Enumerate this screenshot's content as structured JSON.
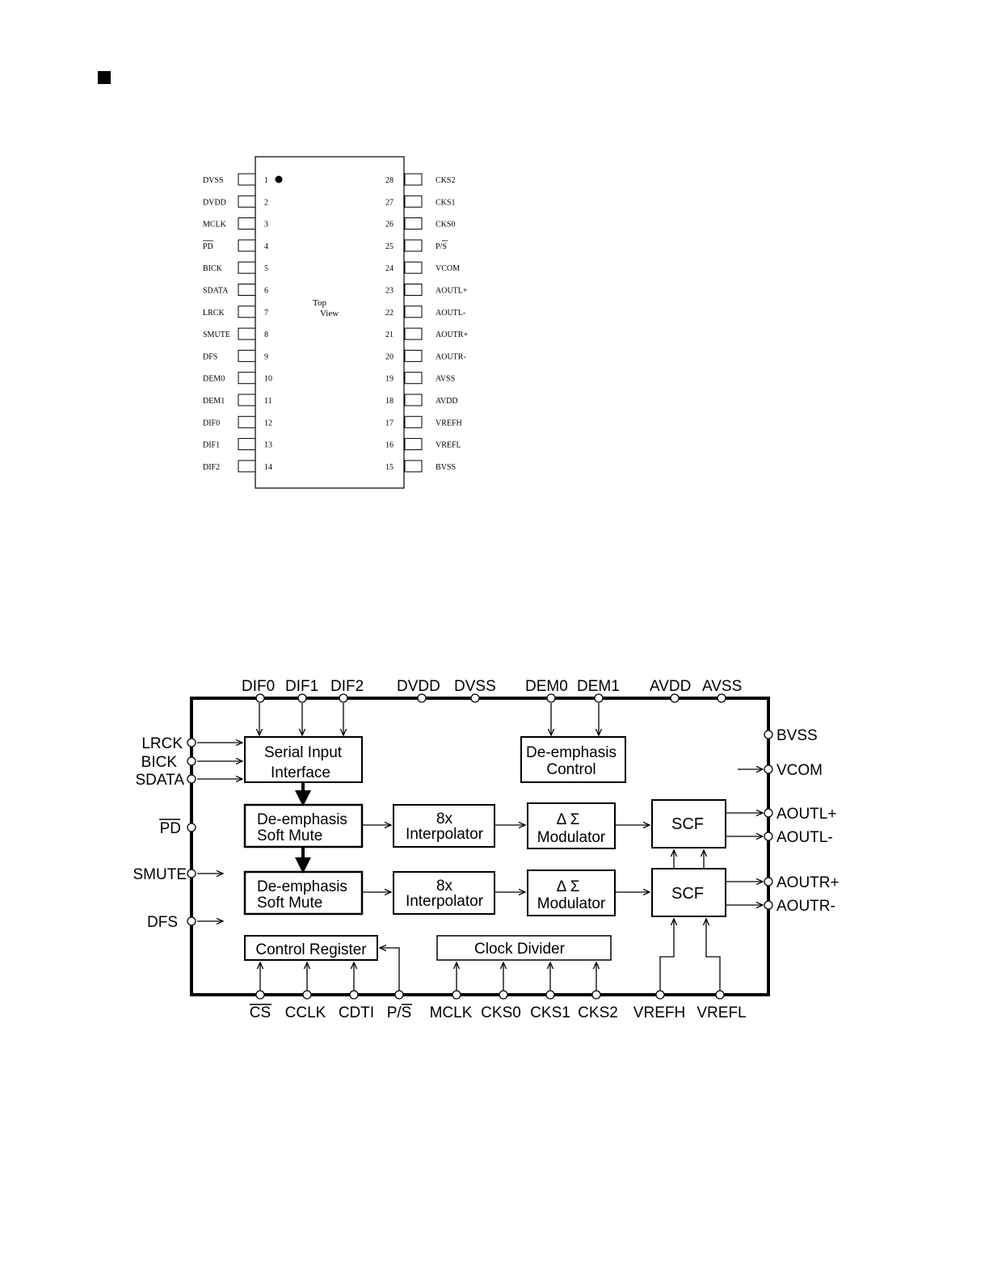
{
  "pinout": {
    "center_line1": "Top",
    "center_line2": "View",
    "left_pins": [
      {
        "num": "1",
        "name": "DVSS"
      },
      {
        "num": "2",
        "name": "DVDD"
      },
      {
        "num": "3",
        "name": "MCLK"
      },
      {
        "num": "4",
        "name": "PD",
        "overline": true
      },
      {
        "num": "5",
        "name": "BICK"
      },
      {
        "num": "6",
        "name": "SDATA"
      },
      {
        "num": "7",
        "name": "LRCK"
      },
      {
        "num": "8",
        "name": "SMUTE"
      },
      {
        "num": "9",
        "name": "DFS"
      },
      {
        "num": "10",
        "name": "DEM0"
      },
      {
        "num": "11",
        "name": "DEM1"
      },
      {
        "num": "12",
        "name": "DIF0"
      },
      {
        "num": "13",
        "name": "DIF1"
      },
      {
        "num": "14",
        "name": "DIF2"
      }
    ],
    "right_pins": [
      {
        "num": "28",
        "name": "CKS2"
      },
      {
        "num": "27",
        "name": "CKS1"
      },
      {
        "num": "26",
        "name": "CKS0"
      },
      {
        "num": "25",
        "name": "P/S",
        "overline_last": true
      },
      {
        "num": "24",
        "name": "VCOM"
      },
      {
        "num": "23",
        "name": "AOUTL+"
      },
      {
        "num": "22",
        "name": "AOUTL-"
      },
      {
        "num": "21",
        "name": "AOUTR+"
      },
      {
        "num": "20",
        "name": "AOUTR-"
      },
      {
        "num": "19",
        "name": "AVSS"
      },
      {
        "num": "18",
        "name": "AVDD"
      },
      {
        "num": "17",
        "name": "VREFH"
      },
      {
        "num": "16",
        "name": "VREFL"
      },
      {
        "num": "15",
        "name": "BVSS"
      }
    ]
  },
  "block": {
    "top_pins": [
      "DIF0",
      "DIF1",
      "DIF2",
      "DVDD",
      "DVSS",
      "DEM0",
      "DEM1",
      "AVDD",
      "AVSS"
    ],
    "left_pins": [
      "LRCK",
      "BICK",
      "SDATA",
      "PD",
      "SMUTE",
      "DFS"
    ],
    "right_pins": [
      "BVSS",
      "VCOM",
      "AOUTL+",
      "AOUTL-",
      "AOUTR+",
      "AOUTR-"
    ],
    "bottom_pins": [
      "CS",
      "CCLK",
      "CDTI",
      "P/S",
      "MCLK",
      "CKS0",
      "CKS1",
      "CKS2",
      "VREFH",
      "VREFL"
    ],
    "blocks": {
      "serial_input": [
        "Serial Input",
        "Interface"
      ],
      "deemph_control": [
        "De-emphasis",
        "Control"
      ],
      "deemph_mute_l": [
        "De-emphasis",
        "Soft Mute"
      ],
      "deemph_mute_r": [
        "De-emphasis",
        "Soft Mute"
      ],
      "interp_l": [
        "8x",
        "Interpolator"
      ],
      "interp_r": [
        "8x",
        "Interpolator"
      ],
      "mod_l": [
        "Δ Σ",
        "Modulator"
      ],
      "mod_r": [
        "Δ Σ",
        "Modulator"
      ],
      "scf_l": "SCF",
      "scf_r": "SCF",
      "control_register": "Control Register",
      "clock_divider": "Clock Divider"
    }
  }
}
